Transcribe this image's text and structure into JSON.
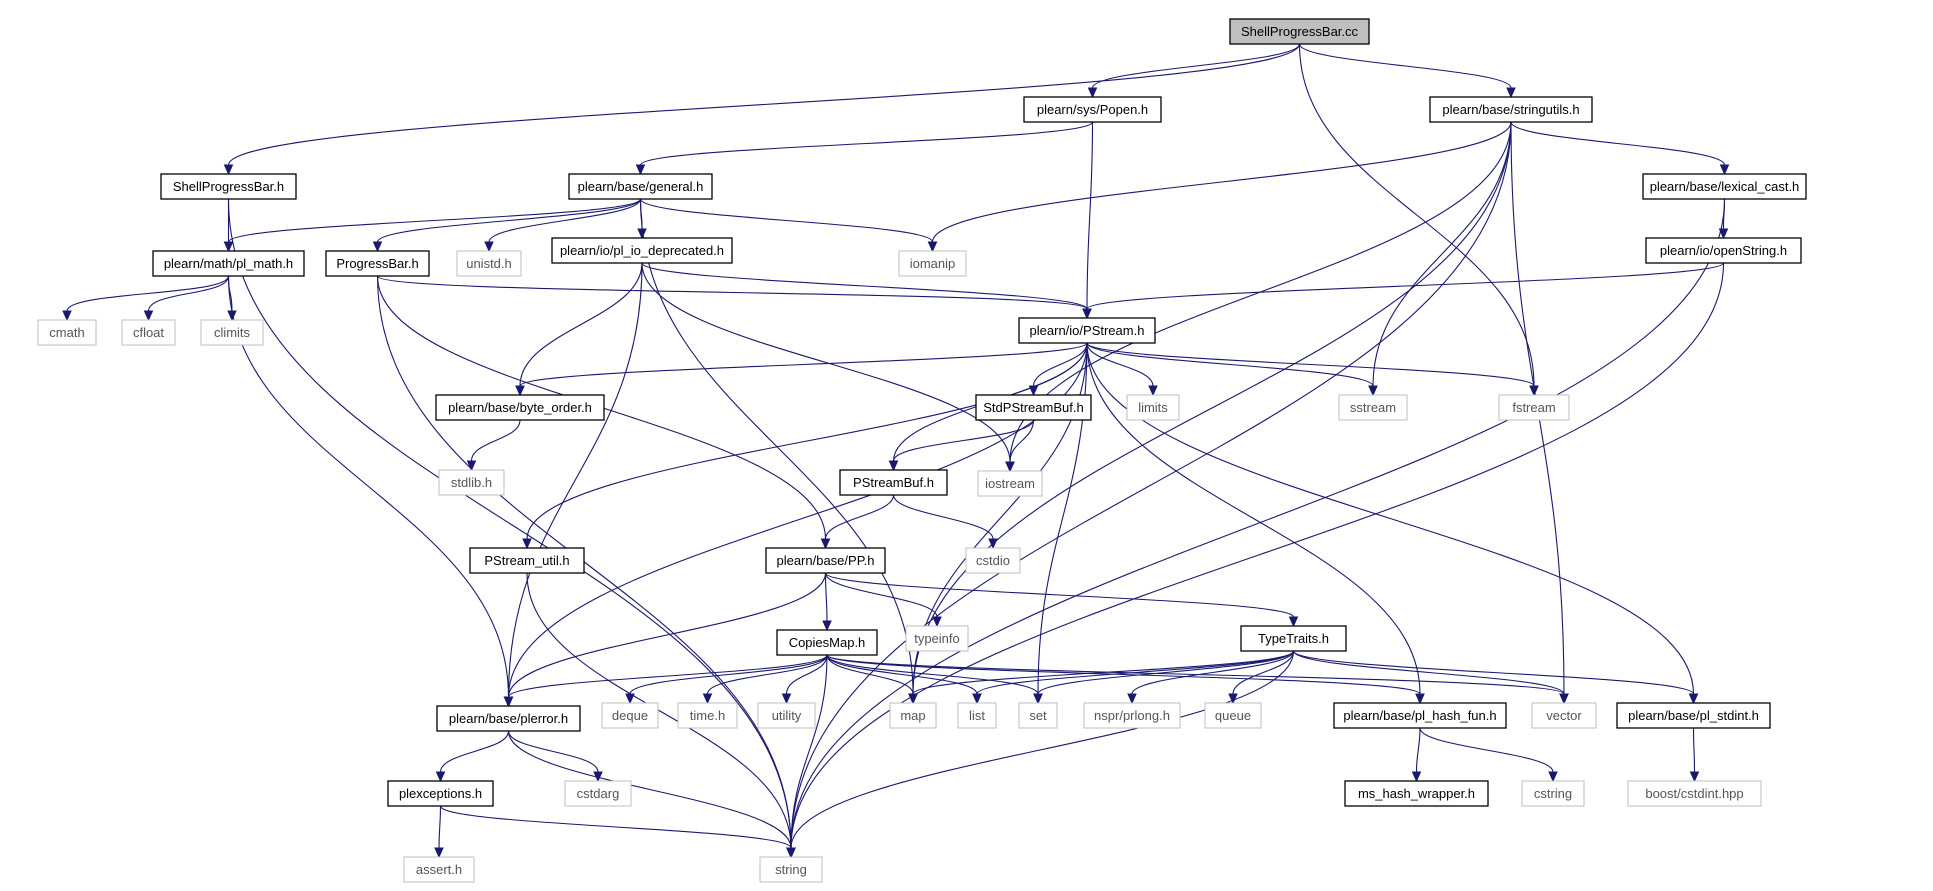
{
  "nodes": [
    {
      "id": "root",
      "label": "ShellProgressBar.cc",
      "kind": "root"
    },
    {
      "id": "popen",
      "label": "plearn/sys/Popen.h",
      "kind": "local"
    },
    {
      "id": "stringutils",
      "label": "plearn/base/stringutils.h",
      "kind": "local"
    },
    {
      "id": "spb_h",
      "label": "ShellProgressBar.h",
      "kind": "local"
    },
    {
      "id": "general",
      "label": "plearn/base/general.h",
      "kind": "local"
    },
    {
      "id": "lexical",
      "label": "plearn/base/lexical_cast.h",
      "kind": "local"
    },
    {
      "id": "pl_math",
      "label": "plearn/math/pl_math.h",
      "kind": "local"
    },
    {
      "id": "progressbar",
      "label": "ProgressBar.h",
      "kind": "local"
    },
    {
      "id": "unistd",
      "label": "unistd.h",
      "kind": "ext"
    },
    {
      "id": "pl_io_dep",
      "label": "plearn/io/pl_io_deprecated.h",
      "kind": "local"
    },
    {
      "id": "iomanip",
      "label": "iomanip",
      "kind": "ext"
    },
    {
      "id": "openstring",
      "label": "plearn/io/openString.h",
      "kind": "local"
    },
    {
      "id": "cmath",
      "label": "cmath",
      "kind": "ext"
    },
    {
      "id": "cfloat",
      "label": "cfloat",
      "kind": "ext"
    },
    {
      "id": "climits",
      "label": "climits",
      "kind": "ext"
    },
    {
      "id": "pstream",
      "label": "plearn/io/PStream.h",
      "kind": "local"
    },
    {
      "id": "byte_order",
      "label": "plearn/base/byte_order.h",
      "kind": "local"
    },
    {
      "id": "stdpstreambuf",
      "label": "StdPStreamBuf.h",
      "kind": "local"
    },
    {
      "id": "limits",
      "label": "limits",
      "kind": "ext"
    },
    {
      "id": "sstream",
      "label": "sstream",
      "kind": "ext"
    },
    {
      "id": "fstream",
      "label": "fstream",
      "kind": "ext"
    },
    {
      "id": "stdlib",
      "label": "stdlib.h",
      "kind": "ext"
    },
    {
      "id": "pstreambuf",
      "label": "PStreamBuf.h",
      "kind": "local"
    },
    {
      "id": "iostream",
      "label": "iostream",
      "kind": "ext"
    },
    {
      "id": "pstream_util",
      "label": "PStream_util.h",
      "kind": "local"
    },
    {
      "id": "pp",
      "label": "plearn/base/PP.h",
      "kind": "local"
    },
    {
      "id": "cstdio",
      "label": "cstdio",
      "kind": "ext"
    },
    {
      "id": "copiesmap",
      "label": "CopiesMap.h",
      "kind": "local"
    },
    {
      "id": "typeinfo",
      "label": "typeinfo",
      "kind": "ext"
    },
    {
      "id": "typetraits",
      "label": "TypeTraits.h",
      "kind": "local"
    },
    {
      "id": "plerror",
      "label": "plearn/base/plerror.h",
      "kind": "local"
    },
    {
      "id": "deque",
      "label": "deque",
      "kind": "ext"
    },
    {
      "id": "time",
      "label": "time.h",
      "kind": "ext"
    },
    {
      "id": "utility",
      "label": "utility",
      "kind": "ext"
    },
    {
      "id": "map",
      "label": "map",
      "kind": "ext"
    },
    {
      "id": "list",
      "label": "list",
      "kind": "ext"
    },
    {
      "id": "set",
      "label": "set",
      "kind": "ext"
    },
    {
      "id": "prlong",
      "label": "nspr/prlong.h",
      "kind": "ext"
    },
    {
      "id": "queue",
      "label": "queue",
      "kind": "ext"
    },
    {
      "id": "hash_fun",
      "label": "plearn/base/pl_hash_fun.h",
      "kind": "local"
    },
    {
      "id": "vector",
      "label": "vector",
      "kind": "ext"
    },
    {
      "id": "stdint",
      "label": "plearn/base/pl_stdint.h",
      "kind": "local"
    },
    {
      "id": "plexceptions",
      "label": "plexceptions.h",
      "kind": "local"
    },
    {
      "id": "cstdarg",
      "label": "cstdarg",
      "kind": "ext"
    },
    {
      "id": "ms_hash",
      "label": "ms_hash_wrapper.h",
      "kind": "local"
    },
    {
      "id": "cstring",
      "label": "cstring",
      "kind": "ext"
    },
    {
      "id": "cstdint",
      "label": "boost/cstdint.hpp",
      "kind": "ext"
    },
    {
      "id": "assert",
      "label": "assert.h",
      "kind": "ext"
    },
    {
      "id": "string",
      "label": "string",
      "kind": "ext"
    }
  ],
  "edges": [
    [
      "root",
      "popen"
    ],
    [
      "root",
      "stringutils"
    ],
    [
      "root",
      "spb_h"
    ],
    [
      "root",
      "fstream"
    ],
    [
      "popen",
      "general"
    ],
    [
      "popen",
      "pstream"
    ],
    [
      "stringutils",
      "lexical"
    ],
    [
      "stringutils",
      "iomanip"
    ],
    [
      "stringutils",
      "sstream"
    ],
    [
      "stringutils",
      "iostream"
    ],
    [
      "stringutils",
      "map"
    ],
    [
      "stringutils",
      "vector"
    ],
    [
      "stringutils",
      "string"
    ],
    [
      "spb_h",
      "pl_math"
    ],
    [
      "spb_h",
      "string"
    ],
    [
      "general",
      "pl_math"
    ],
    [
      "general",
      "progressbar"
    ],
    [
      "general",
      "unistd"
    ],
    [
      "general",
      "pl_io_dep"
    ],
    [
      "general",
      "iomanip"
    ],
    [
      "general",
      "map"
    ],
    [
      "lexical",
      "openstring"
    ],
    [
      "lexical",
      "string"
    ],
    [
      "pl_math",
      "cmath"
    ],
    [
      "pl_math",
      "cfloat"
    ],
    [
      "pl_math",
      "climits"
    ],
    [
      "pl_math",
      "plerror"
    ],
    [
      "progressbar",
      "pstream"
    ],
    [
      "progressbar",
      "pp"
    ],
    [
      "progressbar",
      "string"
    ],
    [
      "pl_io_dep",
      "pstream"
    ],
    [
      "pl_io_dep",
      "byte_order"
    ],
    [
      "pl_io_dep",
      "plerror"
    ],
    [
      "pl_io_dep",
      "iostream"
    ],
    [
      "openstring",
      "pstream"
    ],
    [
      "openstring",
      "string"
    ],
    [
      "pstream",
      "byte_order"
    ],
    [
      "pstream",
      "stdpstreambuf"
    ],
    [
      "pstream",
      "limits"
    ],
    [
      "pstream",
      "sstream"
    ],
    [
      "pstream",
      "fstream"
    ],
    [
      "pstream",
      "pstreambuf"
    ],
    [
      "pstream",
      "pstream_util"
    ],
    [
      "pstream",
      "plerror"
    ],
    [
      "pstream",
      "map"
    ],
    [
      "pstream",
      "set"
    ],
    [
      "pstream",
      "hash_fun"
    ],
    [
      "pstream",
      "stdint"
    ],
    [
      "byte_order",
      "stdlib"
    ],
    [
      "stdpstreambuf",
      "pstreambuf"
    ],
    [
      "stdpstreambuf",
      "iostream"
    ],
    [
      "pstreambuf",
      "pp"
    ],
    [
      "pstreambuf",
      "cstdio"
    ],
    [
      "pstream_util",
      "string"
    ],
    [
      "pp",
      "copiesmap"
    ],
    [
      "pp",
      "typeinfo"
    ],
    [
      "pp",
      "typetraits"
    ],
    [
      "pp",
      "plerror"
    ],
    [
      "copiesmap",
      "plerror"
    ],
    [
      "copiesmap",
      "deque"
    ],
    [
      "copiesmap",
      "time"
    ],
    [
      "copiesmap",
      "utility"
    ],
    [
      "copiesmap",
      "map"
    ],
    [
      "copiesmap",
      "list"
    ],
    [
      "copiesmap",
      "set"
    ],
    [
      "copiesmap",
      "hash_fun"
    ],
    [
      "copiesmap",
      "vector"
    ],
    [
      "copiesmap",
      "string"
    ],
    [
      "typetraits",
      "map"
    ],
    [
      "typetraits",
      "list"
    ],
    [
      "typetraits",
      "set"
    ],
    [
      "typetraits",
      "prlong"
    ],
    [
      "typetraits",
      "queue"
    ],
    [
      "typetraits",
      "vector"
    ],
    [
      "typetraits",
      "stdint"
    ],
    [
      "typetraits",
      "string"
    ],
    [
      "plerror",
      "plexceptions"
    ],
    [
      "plerror",
      "cstdarg"
    ],
    [
      "plerror",
      "string"
    ],
    [
      "hash_fun",
      "ms_hash"
    ],
    [
      "hash_fun",
      "cstring"
    ],
    [
      "stdint",
      "cstdint"
    ],
    [
      "plexceptions",
      "assert"
    ],
    [
      "plexceptions",
      "string"
    ]
  ]
}
